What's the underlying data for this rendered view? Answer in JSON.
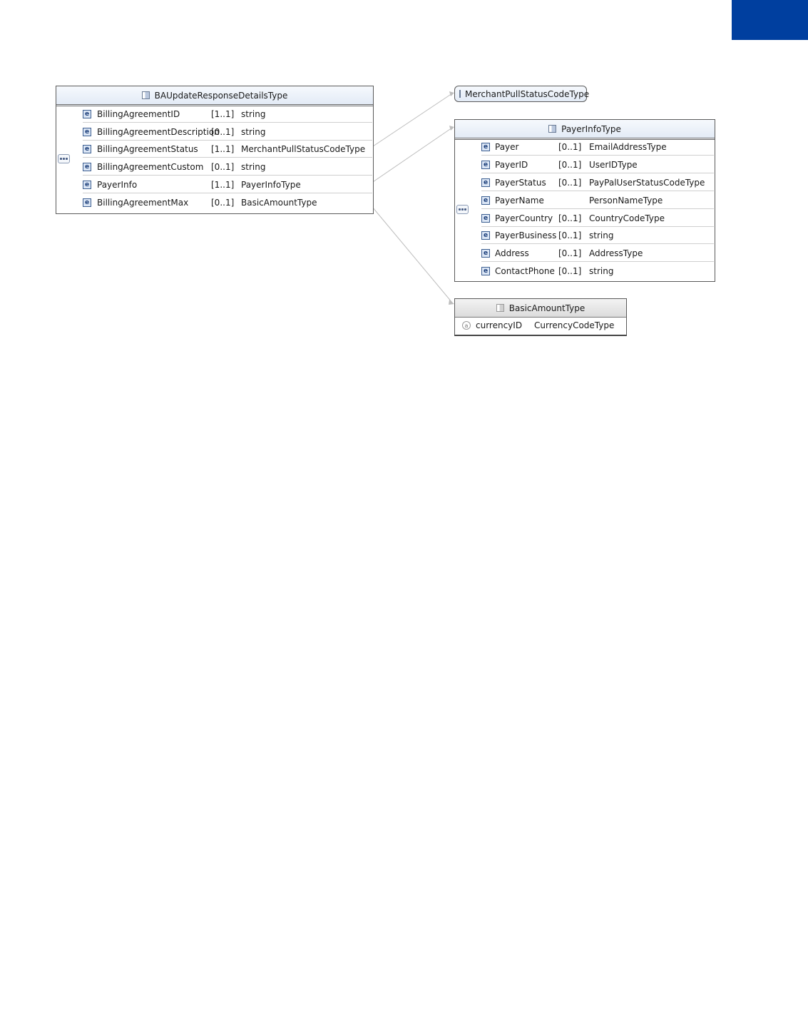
{
  "diagram": {
    "main_type": {
      "title": "BAUpdateResponseDetailsType",
      "rows": [
        {
          "name": "BillingAgreementID",
          "card": "[1..1]",
          "type": "string"
        },
        {
          "name": "BillingAgreementDescription",
          "card": "[0..1]",
          "type": "string"
        },
        {
          "name": "BillingAgreementStatus",
          "card": "[1..1]",
          "type": "MerchantPullStatusCodeType"
        },
        {
          "name": "BillingAgreementCustom",
          "card": "[0..1]",
          "type": "string"
        },
        {
          "name": "PayerInfo",
          "card": "[1..1]",
          "type": "PayerInfoType"
        },
        {
          "name": "BillingAgreementMax",
          "card": "[0..1]",
          "type": "BasicAmountType"
        }
      ]
    },
    "simple_type": {
      "title": "MerchantPullStatusCodeType"
    },
    "payer_info_type": {
      "title": "PayerInfoType",
      "rows": [
        {
          "name": "Payer",
          "card": "[0..1]",
          "type": "EmailAddressType"
        },
        {
          "name": "PayerID",
          "card": "[0..1]",
          "type": "UserIDType"
        },
        {
          "name": "PayerStatus",
          "card": "[0..1]",
          "type": "PayPalUserStatusCodeType"
        },
        {
          "name": "PayerName",
          "card": "",
          "type": "PersonNameType"
        },
        {
          "name": "PayerCountry",
          "card": "[0..1]",
          "type": "CountryCodeType"
        },
        {
          "name": "PayerBusiness",
          "card": "[0..1]",
          "type": "string"
        },
        {
          "name": "Address",
          "card": "[0..1]",
          "type": "AddressType"
        },
        {
          "name": "ContactPhone",
          "card": "[0..1]",
          "type": "string"
        }
      ]
    },
    "basic_amount_type": {
      "title": "BasicAmountType",
      "attribute": {
        "name": "currencyID",
        "type": "CurrencyCodeType"
      }
    },
    "colors": {
      "corner_tab": "#003f9f",
      "header": "#e3ebf6",
      "connector": "#b5b5b5"
    }
  }
}
